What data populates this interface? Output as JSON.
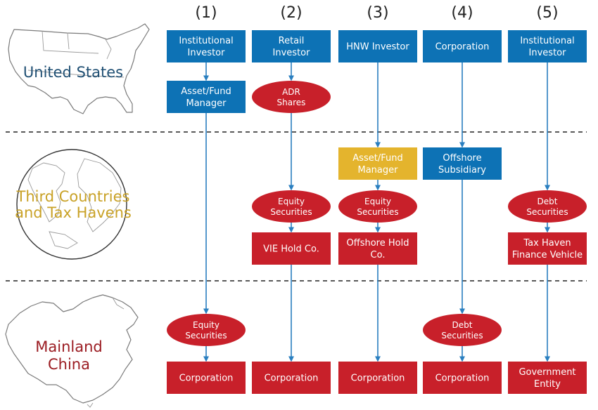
{
  "colors": {
    "blue": "#0d72b5",
    "red": "#c8202a",
    "yellow": "#e4b42d",
    "edge": "#2a7fc0",
    "us_label": "#1f4f73",
    "tax_label": "#c9a227",
    "china_label": "#9b1c22"
  },
  "regions": {
    "us": "United States",
    "tax_line1": "Third Countries",
    "tax_line2": "and Tax Havens",
    "china_line1": "Mainland",
    "china_line2": "China"
  },
  "icons": [
    "usa-map-icon",
    "globe-icon",
    "china-map-icon"
  ],
  "columns": [
    {
      "label": "(1)",
      "nodes": [
        {
          "id": "c1n1",
          "lines": [
            "Institutional",
            "Investor"
          ],
          "shape": "rect",
          "color": "blue"
        },
        {
          "id": "c1n2",
          "lines": [
            "Asset/Fund",
            "Manager"
          ],
          "shape": "rect",
          "color": "blue"
        },
        {
          "id": "c1n3",
          "lines": [
            "Equity",
            "Securities"
          ],
          "shape": "ellipse",
          "color": "red"
        },
        {
          "id": "c1n4",
          "lines": [
            "Corporation"
          ],
          "shape": "rect",
          "color": "red"
        }
      ]
    },
    {
      "label": "(2)",
      "nodes": [
        {
          "id": "c2n1",
          "lines": [
            "Retail",
            "Investor"
          ],
          "shape": "rect",
          "color": "blue"
        },
        {
          "id": "c2n2",
          "lines": [
            "ADR",
            "Shares"
          ],
          "shape": "ellipse",
          "color": "red"
        },
        {
          "id": "c2n3",
          "lines": [
            "Equity",
            "Securities"
          ],
          "shape": "ellipse",
          "color": "red"
        },
        {
          "id": "c2n4",
          "lines": [
            "VIE Hold Co."
          ],
          "shape": "rect",
          "color": "red"
        },
        {
          "id": "c2n5",
          "lines": [
            "Corporation"
          ],
          "shape": "rect",
          "color": "red"
        }
      ]
    },
    {
      "label": "(3)",
      "nodes": [
        {
          "id": "c3n1",
          "lines": [
            "HNW Investor"
          ],
          "shape": "rect",
          "color": "blue"
        },
        {
          "id": "c3n2",
          "lines": [
            "Asset/Fund",
            "Manager"
          ],
          "shape": "rect",
          "color": "yellow"
        },
        {
          "id": "c3n3",
          "lines": [
            "Equity",
            "Securities"
          ],
          "shape": "ellipse",
          "color": "red"
        },
        {
          "id": "c3n4",
          "lines": [
            "Offshore Hold",
            "Co."
          ],
          "shape": "rect",
          "color": "red"
        },
        {
          "id": "c3n5",
          "lines": [
            "Corporation"
          ],
          "shape": "rect",
          "color": "red"
        }
      ]
    },
    {
      "label": "(4)",
      "nodes": [
        {
          "id": "c4n1",
          "lines": [
            "Corporation"
          ],
          "shape": "rect",
          "color": "blue"
        },
        {
          "id": "c4n2",
          "lines": [
            "Offshore",
            "Subsidiary"
          ],
          "shape": "rect",
          "color": "blue"
        },
        {
          "id": "c4n3",
          "lines": [
            "Debt",
            "Securities"
          ],
          "shape": "ellipse",
          "color": "red"
        },
        {
          "id": "c4n4",
          "lines": [
            "Corporation"
          ],
          "shape": "rect",
          "color": "red"
        }
      ]
    },
    {
      "label": "(5)",
      "nodes": [
        {
          "id": "c5n1",
          "lines": [
            "Institutional",
            "Investor"
          ],
          "shape": "rect",
          "color": "blue"
        },
        {
          "id": "c5n2",
          "lines": [
            "Debt",
            "Securities"
          ],
          "shape": "ellipse",
          "color": "red"
        },
        {
          "id": "c5n3",
          "lines": [
            "Tax Haven",
            "Finance Vehicle"
          ],
          "shape": "rect",
          "color": "red"
        },
        {
          "id": "c5n4",
          "lines": [
            "Government",
            "Entity"
          ],
          "shape": "rect",
          "color": "red"
        }
      ]
    }
  ]
}
